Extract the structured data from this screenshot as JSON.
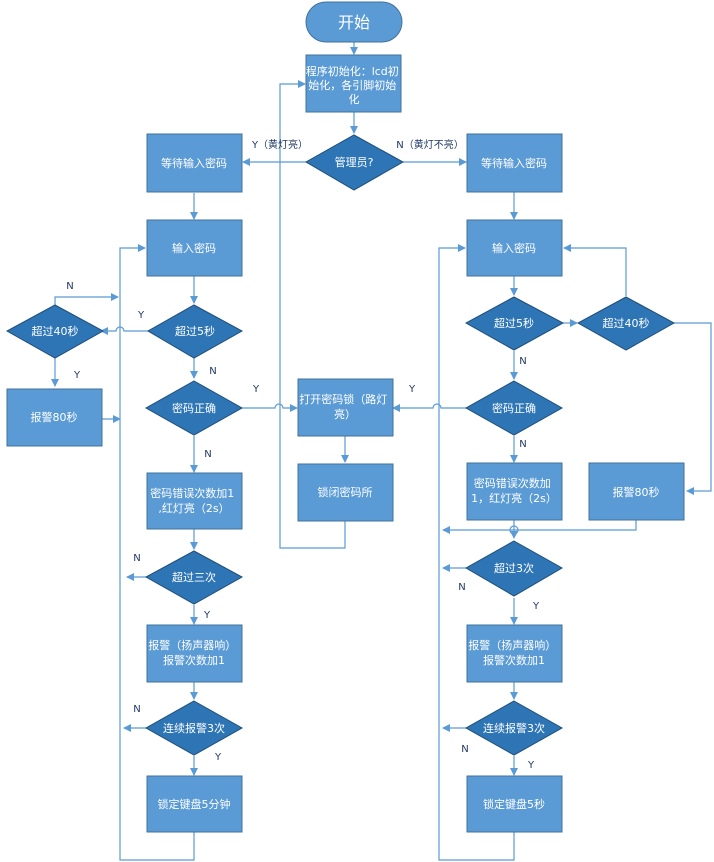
{
  "nodes": {
    "start": "开始",
    "init": [
      "程序初始化：lcd初",
      "始化，各引脚初始",
      "化"
    ],
    "admin": "管理员?",
    "wait_left": "等待输入密码",
    "wait_right": "等待输入密码",
    "input_left": "输入密码",
    "input_right": "输入密码",
    "over40_left": "超过40秒",
    "over5_left": "超过5秒",
    "over5_right": "超过5秒",
    "over40_right": "超过40秒",
    "alarm80_left": "报警80秒",
    "alarm80_right": "报警80秒",
    "pwd_ok_left": "密码正确",
    "pwd_ok_right": "密码正确",
    "open_lock": [
      "打开密码锁（路灯",
      "亮）"
    ],
    "close_lock": "锁闭密码所",
    "err_left": [
      "密码错误次数加1",
      ",红灯亮（2s）"
    ],
    "err_right": [
      "密码错误次数加",
      "1，红灯亮（2s）"
    ],
    "over3_left": "超过三次",
    "over3_right": "超过3次",
    "buzz_left": [
      "报警（扬声器响）",
      "报警次数加1"
    ],
    "buzz_right": [
      "报警（扬声器响）",
      "报警次数加1"
    ],
    "cont_left": "连续报警3次",
    "cont_right": "连续报警3次",
    "lock_left": "锁定键盘5分钟",
    "lock_right": "锁定键盘5秒"
  },
  "labels": {
    "yes_yellow": "Y（黄灯亮）",
    "no_yellow": "N（黄灯不亮）",
    "N": "N",
    "Y": "Y"
  }
}
